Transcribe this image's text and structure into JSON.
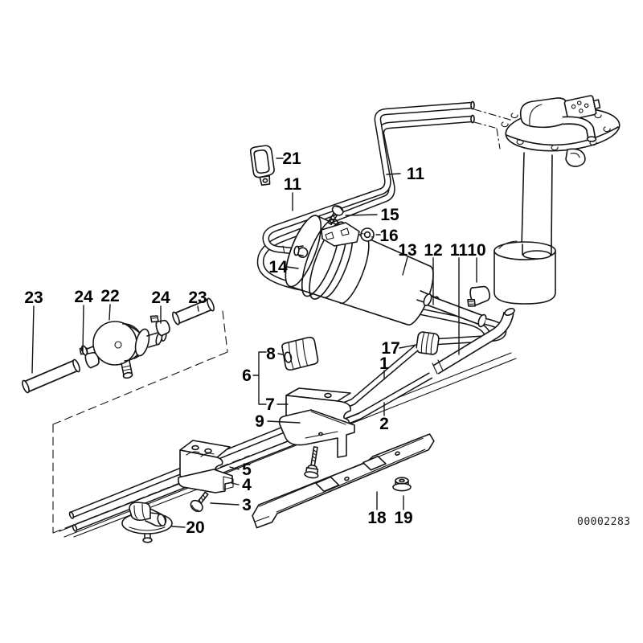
{
  "colors": {
    "background": "#ffffff",
    "line": "#141414",
    "text": "#000000"
  },
  "doc_number": "00002283",
  "callouts": [
    {
      "label": "21"
    },
    {
      "label": "11"
    },
    {
      "label": "11"
    },
    {
      "label": "15"
    },
    {
      "label": "16"
    },
    {
      "label": "13"
    },
    {
      "label": "12"
    },
    {
      "label": "11"
    },
    {
      "label": "10"
    },
    {
      "label": "14"
    },
    {
      "label": "23"
    },
    {
      "label": "24"
    },
    {
      "label": "22"
    },
    {
      "label": "24"
    },
    {
      "label": "23"
    },
    {
      "label": "8"
    },
    {
      "label": "6"
    },
    {
      "label": "7"
    },
    {
      "label": "9"
    },
    {
      "label": "17"
    },
    {
      "label": "1"
    },
    {
      "label": "2"
    },
    {
      "label": "5"
    },
    {
      "label": "4"
    },
    {
      "label": "3"
    },
    {
      "label": "20"
    },
    {
      "label": "18"
    },
    {
      "label": "19"
    }
  ]
}
